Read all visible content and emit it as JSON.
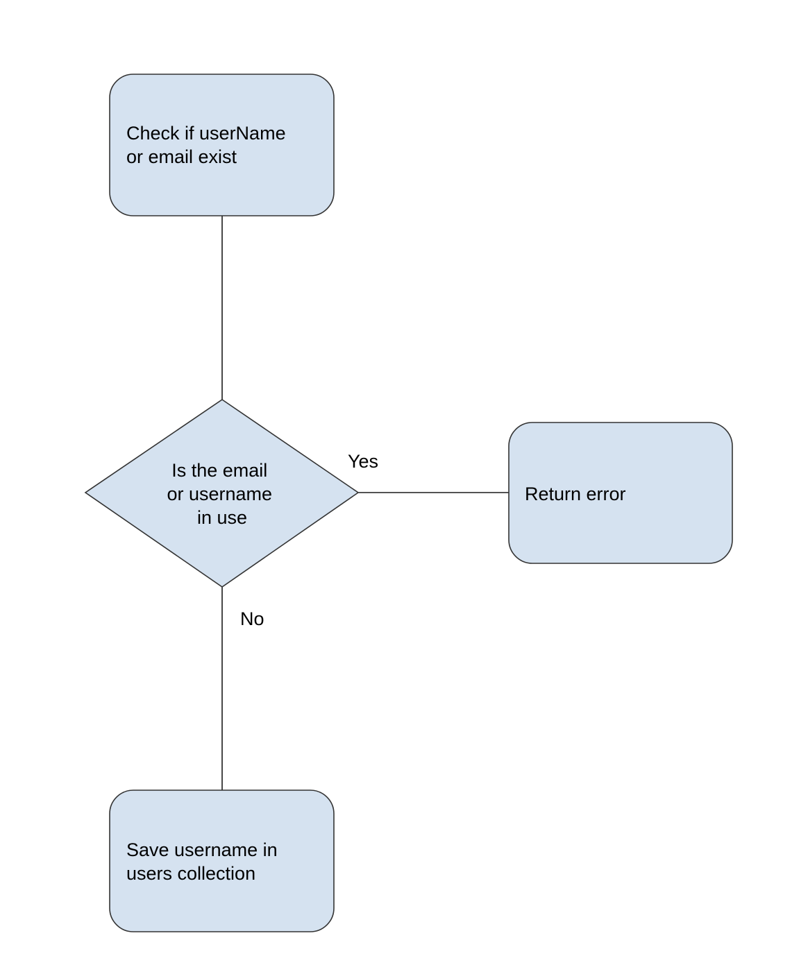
{
  "colors": {
    "node_fill": "#d5e2f0",
    "node_stroke": "#333333",
    "edge_stroke": "#1a1a1a",
    "text": "#000000",
    "background": "#ffffff"
  },
  "nodes": {
    "check": {
      "shape": "rounded-rectangle",
      "lines": [
        "Check if userName",
        "or email exist"
      ]
    },
    "decision": {
      "shape": "diamond",
      "lines": [
        "Is the email",
        "or username",
        "in use"
      ]
    },
    "error": {
      "shape": "rounded-rectangle",
      "lines": [
        "Return error"
      ]
    },
    "save": {
      "shape": "rounded-rectangle",
      "lines": [
        "Save username in",
        "users collection"
      ]
    }
  },
  "edges": {
    "check_to_decision": {
      "from": "check",
      "to": "decision",
      "label": ""
    },
    "decision_to_error": {
      "from": "decision",
      "to": "error",
      "label": "Yes"
    },
    "decision_to_save": {
      "from": "decision",
      "to": "save",
      "label": "No"
    }
  }
}
